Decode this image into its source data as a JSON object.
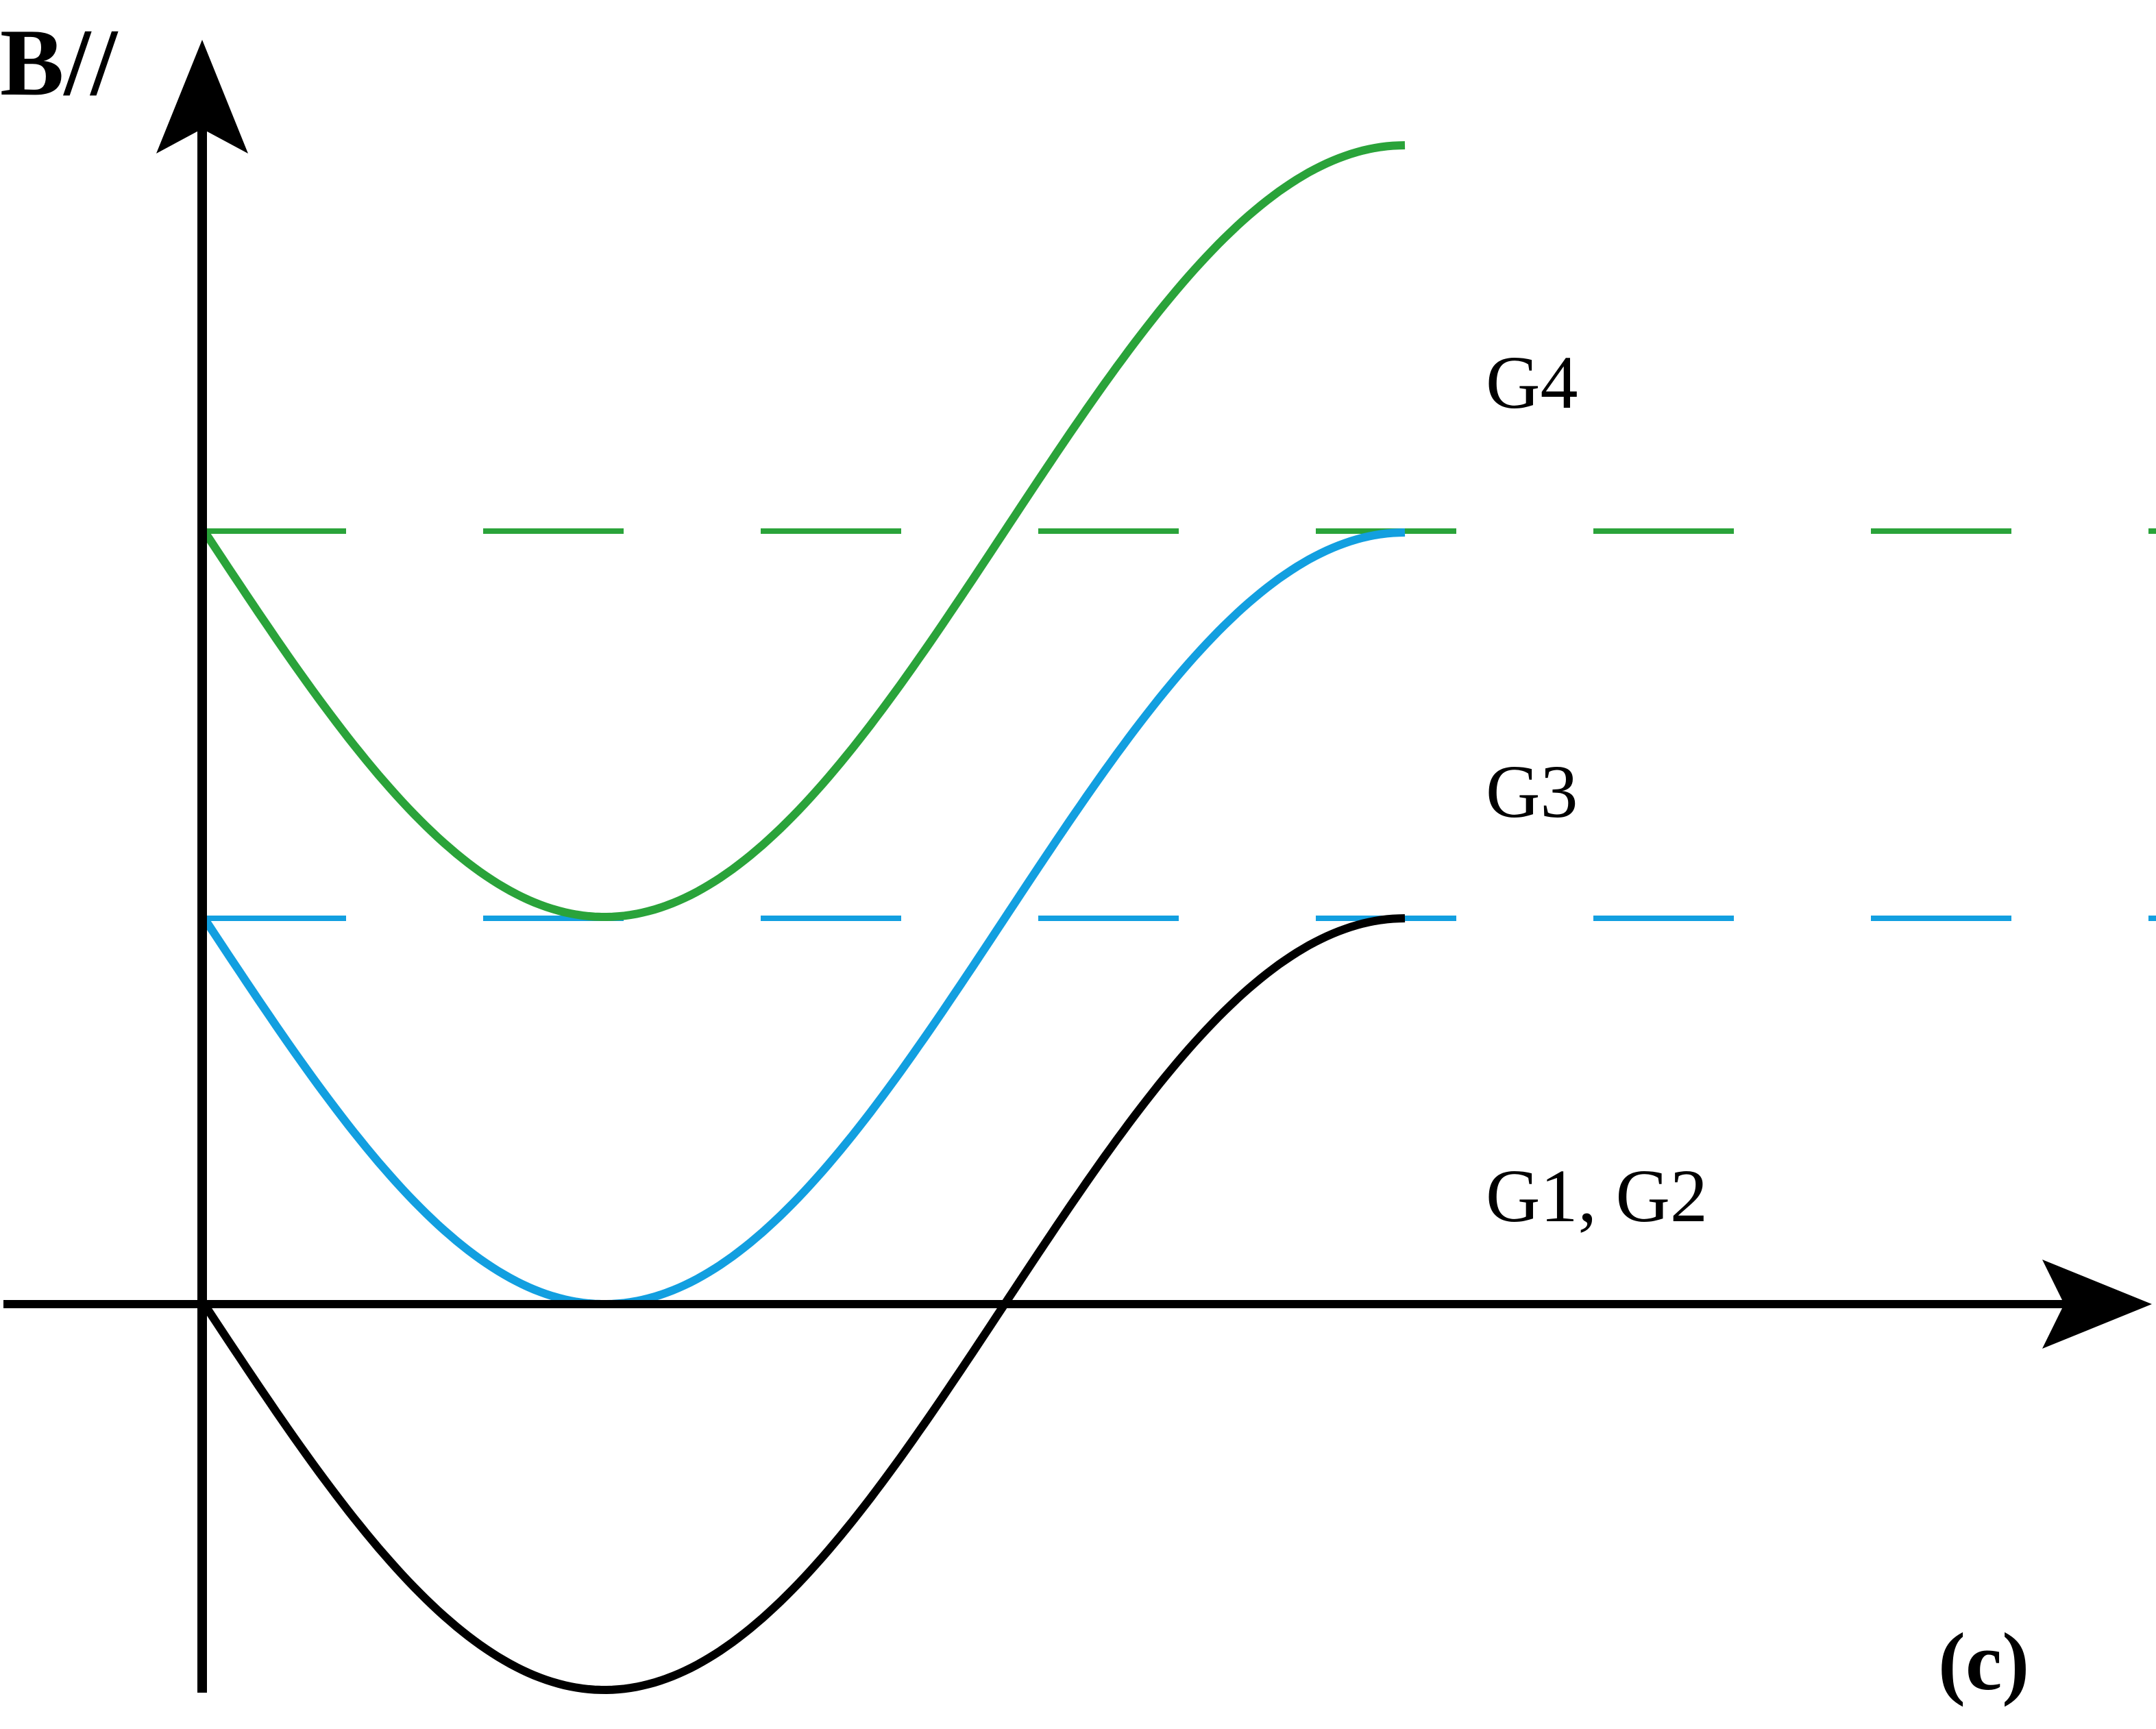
{
  "figure": {
    "axis_label": "B//",
    "panel_label": "(c)",
    "panel_label_color": "#e0001b"
  },
  "curves": [
    {
      "id": "g4",
      "label": "G4",
      "color": "#2aa33a",
      "baseline_color": "#2aa33a"
    },
    {
      "id": "g3",
      "label": "G3",
      "color": "#129fe0",
      "baseline_color": "#129fe0"
    },
    {
      "id": "g12",
      "label": "G1, G2",
      "color": "#000000"
    }
  ],
  "axes_color": "#000000"
}
